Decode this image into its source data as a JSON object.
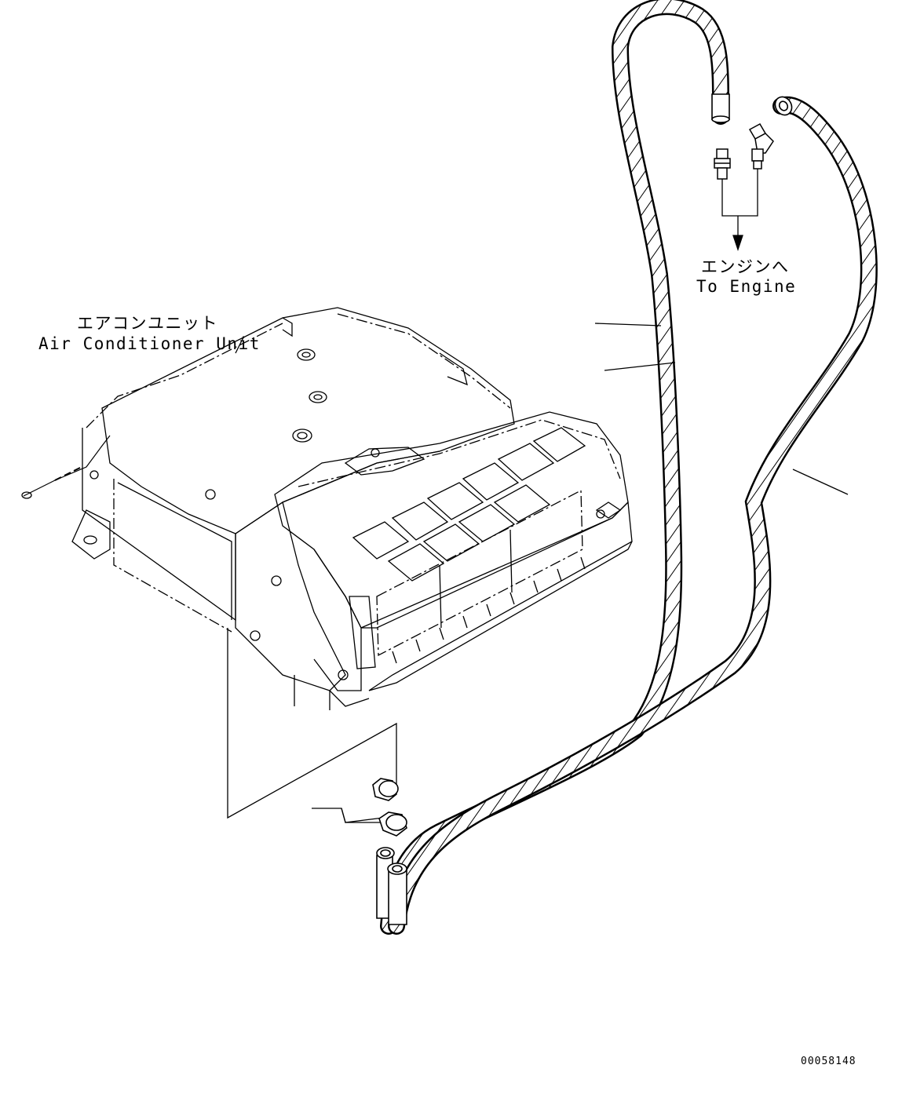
{
  "labels": {
    "ac_unit_jp": "エアコンユニット",
    "ac_unit_en": "Air Conditioner Unit",
    "engine_jp": "エンジンへ",
    "engine_en": "To Engine"
  },
  "drawing_number": "00058148",
  "colors": {
    "line": "#000000",
    "background": "#ffffff"
  }
}
